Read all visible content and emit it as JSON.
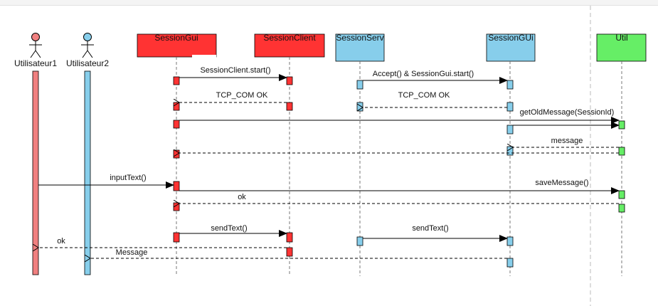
{
  "actors": [
    {
      "id": "u1",
      "label": "Utilisateur1",
      "color": "#f08080"
    },
    {
      "id": "u2",
      "label": "Utilisateur2",
      "color": "#87ceeb"
    }
  ],
  "participants": [
    {
      "id": "sgui1",
      "label": "SessionGui",
      "color": "#ff3333"
    },
    {
      "id": "sclient",
      "label": "SessionClient",
      "color": "#ff3333"
    },
    {
      "id": "sserv",
      "label": "SessionServ",
      "color": "#87ceeb"
    },
    {
      "id": "sgui2",
      "label": "SessionGUi",
      "color": "#87ceeb"
    },
    {
      "id": "util",
      "label": "Util",
      "color": "#66ee66"
    }
  ],
  "messages": [
    {
      "label": "SessionClient.start()",
      "type": "call"
    },
    {
      "label": "Accept() & SessionGui.start()",
      "type": "call"
    },
    {
      "label": "TCP_COM OK",
      "type": "return"
    },
    {
      "label": "TCP_COM OK",
      "type": "return"
    },
    {
      "label": "getOldMessage(SessionId)",
      "type": "call"
    },
    {
      "label": "message",
      "type": "return"
    },
    {
      "label": "inputText()",
      "type": "call"
    },
    {
      "label": "saveMessage()",
      "type": "call"
    },
    {
      "label": "ok",
      "type": "return"
    },
    {
      "label": "sendText()",
      "type": "call"
    },
    {
      "label": "sendText()",
      "type": "call"
    },
    {
      "label": "ok",
      "type": "return"
    },
    {
      "label": "Message",
      "type": "return"
    }
  ],
  "colors": {
    "red": "#ff3333",
    "blue": "#87ceeb",
    "green": "#66ee66",
    "actor_bar_red": "#f08080"
  }
}
